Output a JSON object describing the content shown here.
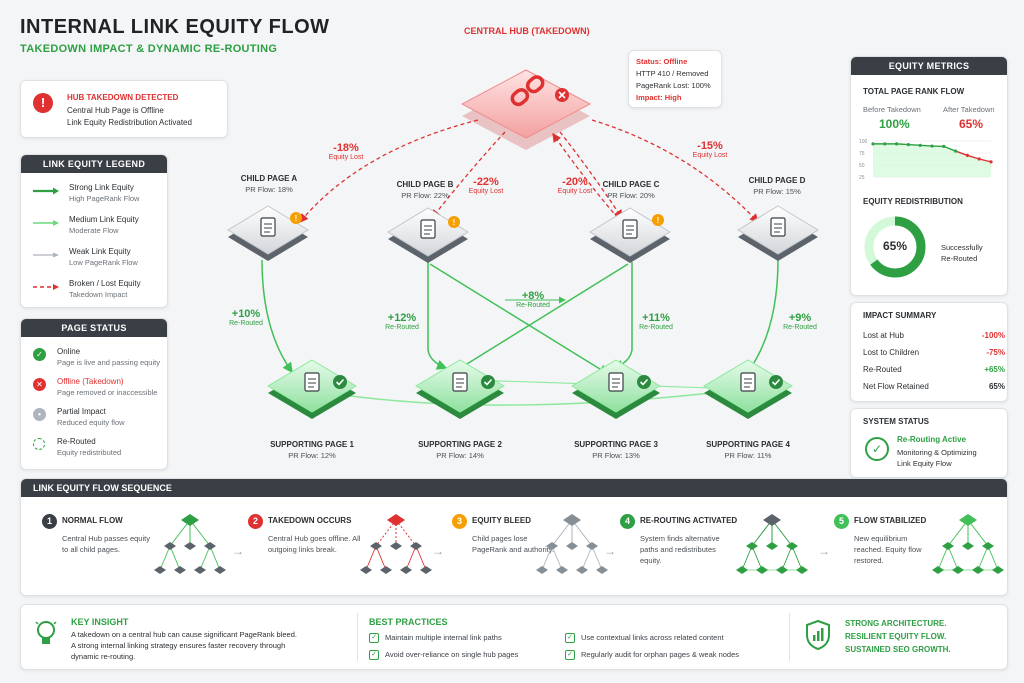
{
  "header": {
    "title": "INTERNAL LINK EQUITY FLOW",
    "subtitle": "TAKEDOWN IMPACT & DYNAMIC RE-ROUTING"
  },
  "alert": {
    "title": "HUB TAKEDOWN DETECTED",
    "line1": "Central Hub Page is Offline",
    "line2": "Link Equity Redistribution Activated"
  },
  "legend": {
    "title": "LINK EQUITY LEGEND",
    "items": [
      {
        "label": "Strong Link Equity",
        "desc": "High PageRank Flow"
      },
      {
        "label": "Medium Link Equity",
        "desc": "Moderate Flow"
      },
      {
        "label": "Weak Link Equity",
        "desc": "Low PageRank Flow"
      },
      {
        "label": "Broken / Lost Equity",
        "desc": "Takedown Impact"
      }
    ]
  },
  "page_status": {
    "title": "PAGE STATUS",
    "items": [
      {
        "label": "Online",
        "desc": "Page is live and passing equity"
      },
      {
        "label": "Offline (Takedown)",
        "desc": "Page removed or inaccessible"
      },
      {
        "label": "Partial Impact",
        "desc": "Reduced equity flow"
      },
      {
        "label": "Re-Routed",
        "desc": "Equity redistributed"
      }
    ]
  },
  "hub": {
    "label": "CENTRAL HUB (TAKEDOWN)",
    "status": "Status: Offline",
    "http": "HTTP 410 / Removed",
    "pr_lost": "PageRank Lost: 100%",
    "impact": "Impact: High"
  },
  "children": [
    {
      "name": "CHILD PAGE A",
      "flow": "PR Flow: 18%",
      "lost": "-18%",
      "lost_label": "Equity Lost"
    },
    {
      "name": "CHILD PAGE B",
      "flow": "PR Flow: 22%",
      "lost": "-22%",
      "lost_label": "Equity Lost"
    },
    {
      "name": "CHILD PAGE C",
      "flow": "PR Flow: 20%",
      "lost": "-20%",
      "lost_label": "Equity Lost"
    },
    {
      "name": "CHILD PAGE D",
      "flow": "PR Flow: 15%",
      "lost": "-15%",
      "lost_label": "Equity Lost"
    }
  ],
  "reroutes": [
    {
      "value": "+10%",
      "label": "Re-Routed"
    },
    {
      "value": "+12%",
      "label": "Re-Routed"
    },
    {
      "value": "+8%",
      "label": "Re-Routed"
    },
    {
      "value": "+11%",
      "label": "Re-Routed"
    },
    {
      "value": "+9%",
      "label": "Re-Routed"
    }
  ],
  "supporting": [
    {
      "name": "SUPPORTING PAGE 1",
      "flow": "PR Flow: 12%"
    },
    {
      "name": "SUPPORTING PAGE 2",
      "flow": "PR Flow: 14%"
    },
    {
      "name": "SUPPORTING PAGE 3",
      "flow": "PR Flow: 13%"
    },
    {
      "name": "SUPPORTING PAGE 4",
      "flow": "PR Flow: 11%"
    }
  ],
  "metrics": {
    "title": "EQUITY METRICS",
    "total_label": "TOTAL PAGE RANK FLOW",
    "before_label": "Before Takedown",
    "before_value": "100%",
    "after_label": "After Takedown",
    "after_value": "65%",
    "spark": {
      "y_ticks": [
        "100",
        "75",
        "50",
        "25"
      ],
      "values": [
        92,
        92,
        92,
        90,
        88,
        86,
        85,
        72,
        60,
        50,
        42
      ]
    },
    "redistribution_label": "EQUITY REDISTRIBUTION",
    "redistribution_value": "65%",
    "redistribution_fraction": 0.65,
    "redistribution_desc1": "Successfully",
    "redistribution_desc2": "Re-Routed"
  },
  "impact": {
    "title": "IMPACT SUMMARY",
    "rows": [
      {
        "k": "Lost at Hub",
        "v": "-100%"
      },
      {
        "k": "Lost to Children",
        "v": "-75%"
      },
      {
        "k": "Re-Routed",
        "v": "+65%"
      },
      {
        "k": "Net Flow Retained",
        "v": "65%"
      }
    ]
  },
  "system": {
    "title": "SYSTEM STATUS",
    "state": "Re-Routing Active",
    "desc1": "Monitoring & Optimizing",
    "desc2": "Link Equity Flow"
  },
  "sequence": {
    "title": "LINK EQUITY FLOW SEQUENCE",
    "steps": [
      {
        "num": "1",
        "title": "NORMAL FLOW",
        "desc": "Central Hub passes equity to all child pages."
      },
      {
        "num": "2",
        "title": "TAKEDOWN OCCURS",
        "desc": "Central Hub goes offline. All outgoing links break."
      },
      {
        "num": "3",
        "title": "EQUITY BLEED",
        "desc": "Child pages lose PageRank and authority."
      },
      {
        "num": "4",
        "title": "RE-ROUTING ACTIVATED",
        "desc": "System finds alternative paths and redistributes equity."
      },
      {
        "num": "5",
        "title": "FLOW STABILIZED",
        "desc": "New equilibrium reached. Equity flow restored."
      }
    ]
  },
  "insight": {
    "title": "KEY INSIGHT",
    "line1": "A takedown on a central hub can cause significant PageRank bleed.",
    "line2": "A strong internal linking strategy ensures faster recovery through",
    "line3": "dynamic re-routing."
  },
  "best_practices": {
    "title": "BEST PRACTICES",
    "items": [
      "Maintain multiple internal link paths",
      "Avoid over-reliance on single hub pages",
      "Use contextual links across related content",
      "Regularly audit for orphan pages & weak nodes"
    ]
  },
  "tagline": {
    "line1": "STRONG ARCHITECTURE.",
    "line2": "RESILIENT EQUITY FLOW.",
    "line3": "SUSTAINED SEO GROWTH."
  },
  "colors": {
    "green": "#2ea043",
    "red": "#e03131",
    "orange": "#f59f00",
    "dark": "#3a3f45"
  }
}
